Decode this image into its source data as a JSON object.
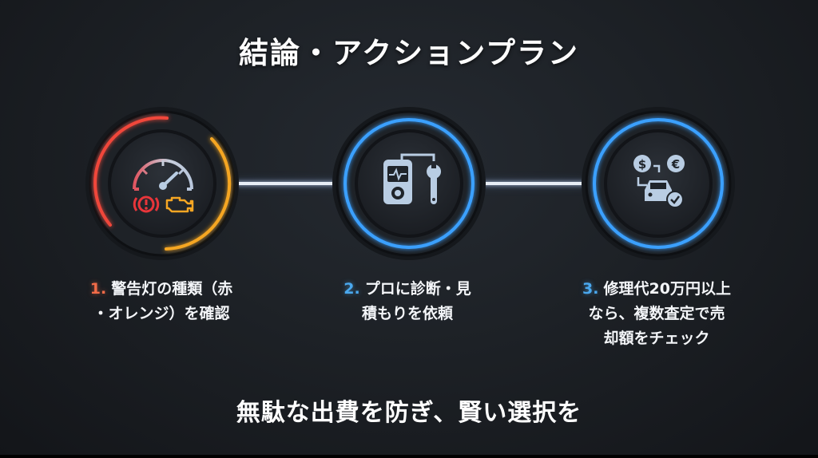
{
  "title": "結論・アクションプラン",
  "steps": [
    {
      "number": "1.",
      "text_line1": "警告灯の種類（赤",
      "text_line2": "・オレンジ）を確認",
      "text_line3": "",
      "icon": "dashboard-warning-lights-icon",
      "ring_colors": [
        "#f0463a",
        "#f5a623"
      ]
    },
    {
      "number": "2.",
      "text_line1": "プロに診断・見",
      "text_line2": "積もりを依頼",
      "text_line3": "",
      "icon": "diagnostic-scanner-wrench-icon",
      "ring_colors": [
        "#3aa0ff"
      ]
    },
    {
      "number": "3.",
      "text_line1": "修理代20万円以上",
      "text_line2": "なら、複数査定で売",
      "text_line3": "却額をチェック",
      "icon": "currency-exchange-car-check-icon",
      "ring_colors": [
        "#3aa0ff"
      ]
    }
  ],
  "footer": "無駄な出費を防ぎ、賢い選択を",
  "colors": {
    "background": "#1d2126",
    "accent_red": "#f0463a",
    "accent_orange": "#f5a623",
    "accent_blue": "#3aa0ff",
    "icon_fill": "#b9cde3",
    "text": "#f4f6f9"
  }
}
